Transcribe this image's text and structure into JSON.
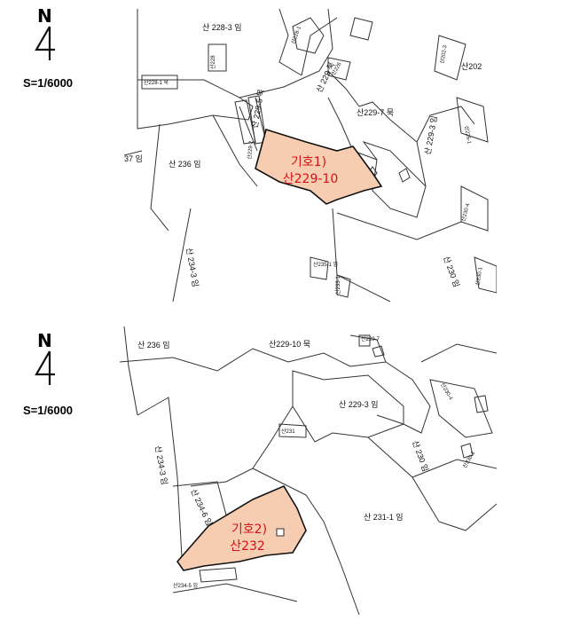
{
  "colors": {
    "highlight_fill": "#f6cdb0",
    "highlight_stroke": "#111111",
    "callout_text": "#d4111a",
    "line": "#333333"
  },
  "icons": [
    "north-arrow-icon"
  ],
  "panel1": {
    "north_label": "N",
    "scale": "S=1/6000",
    "highlight": {
      "symbol": "기호1)",
      "parcel": "산229-10"
    },
    "labels": {
      "l228_3": "산 228-3 임",
      "l229_7": "산229-7 묵",
      "l229_3": "산 229-3 임",
      "l236": "산 236 임",
      "l37": "37 임",
      "l234_3": "산 234-3 임",
      "l230": "산 230 임",
      "l202": "산202",
      "l229_5": "산 229-5 묵",
      "l229": "산 229 묵",
      "l229_2": "산229-2",
      "small1": "산228-1 묵",
      "small2": "산228",
      "small3": "산235-1 임",
      "small4": "산228-1",
      "small5": "산202-3",
      "small6": "산226-1",
      "small7": "산233-1",
      "small8": "산230-4",
      "small9": "산230-1",
      "small10": "산226"
    }
  },
  "panel2": {
    "north_label": "N",
    "scale": "S=1/6000",
    "highlight": {
      "symbol": "기호2)",
      "parcel": "산232"
    },
    "labels": {
      "l236": "산 236 임",
      "l229_10": "산229-10 묵",
      "l229_3": "산 229-3 임",
      "l234_3": "산 234-3 임",
      "l230": "산 230 임",
      "l231_1": "산 231-1 임",
      "l234_6": "산 234-6 임",
      "small1": "산229-7",
      "small2": "산230-4",
      "small3": "산231",
      "small4": "산230-1",
      "small5": "산234-5 임"
    }
  }
}
